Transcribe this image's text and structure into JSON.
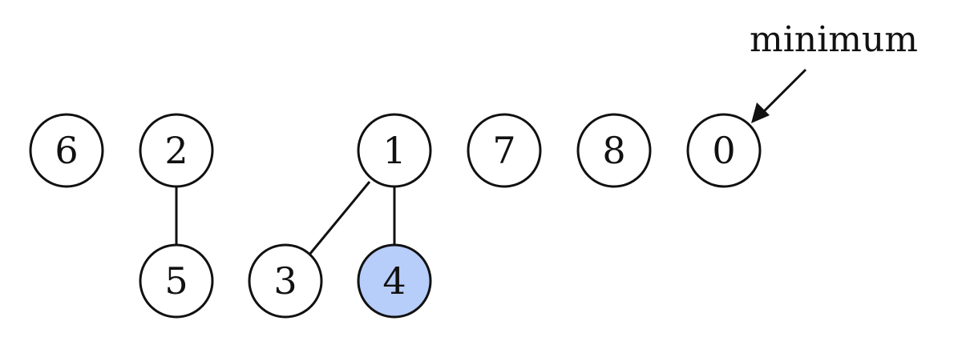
{
  "diagram": {
    "nodes": [
      {
        "id": "n6",
        "label": "6",
        "fill": "#ffffff"
      },
      {
        "id": "n2",
        "label": "2",
        "fill": "#ffffff"
      },
      {
        "id": "n1",
        "label": "1",
        "fill": "#ffffff"
      },
      {
        "id": "n7",
        "label": "7",
        "fill": "#ffffff"
      },
      {
        "id": "n8",
        "label": "8",
        "fill": "#ffffff"
      },
      {
        "id": "n0",
        "label": "0",
        "fill": "#ffffff"
      },
      {
        "id": "n5",
        "label": "5",
        "fill": "#ffffff"
      },
      {
        "id": "n3",
        "label": "3",
        "fill": "#ffffff"
      },
      {
        "id": "n4",
        "label": "4",
        "fill": "#b7cdfa"
      }
    ],
    "edges": [
      {
        "from": "n2",
        "to": "n5"
      },
      {
        "from": "n1",
        "to": "n3"
      },
      {
        "from": "n1",
        "to": "n4"
      }
    ],
    "annotation": {
      "label": "minimum",
      "target": "n0"
    }
  },
  "colors": {
    "stroke": "#111111",
    "highlight": "#b7cdfa",
    "background": "#ffffff"
  }
}
